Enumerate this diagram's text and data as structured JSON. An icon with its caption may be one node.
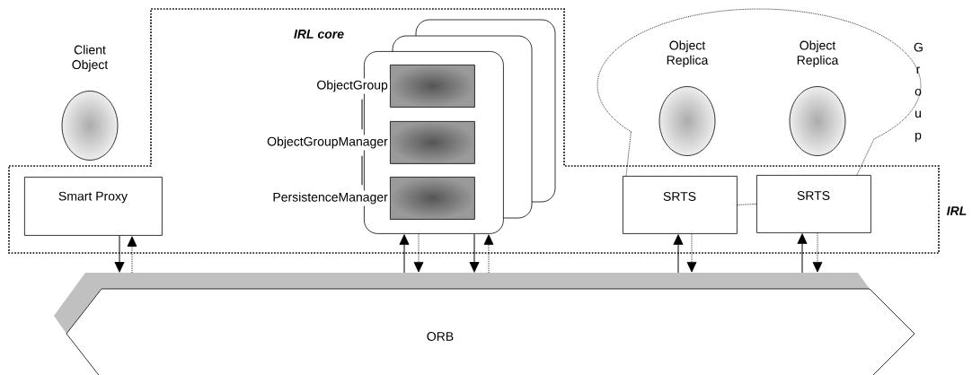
{
  "diagram": {
    "nodes": [
      {
        "text": [
          "IRL core",
          "IRL"
        ]
      },
      {
        "text": [
          "Client Object"
        ]
      },
      {
        "text": [
          "Smart Proxy"
        ],
        "in": 0
      },
      {
        "text": [],
        "shape": "box",
        "in": 0
      },
      {
        "text": [
          "ObjectGroup"
        ],
        "in": 3
      },
      {
        "text": [
          "ObjectGroupManager"
        ],
        "in": 0
      },
      {
        "text": [
          "PersistenceManager"
        ],
        "in": 0
      },
      {
        "text": [
          "G r o u p"
        ]
      },
      {
        "text": [
          "Object Replica"
        ],
        "in": 7
      },
      {
        "text": [
          "Object Replica"
        ],
        "in": 7
      },
      {
        "text": [
          "SRTS"
        ],
        "in": 0
      },
      {
        "text": [
          "SRTS"
        ],
        "in": 0
      },
      {
        "text": [
          "ORB"
        ]
      }
    ],
    "edges": [
      {
        "from": 4,
        "to": 5,
        "arrow": "none"
      },
      {
        "from": 5,
        "to": 6,
        "arrow": "none"
      },
      {
        "from": 10,
        "to": 11,
        "arrow": "none",
        "style": "dashed"
      },
      {
        "from": 7,
        "to": 10,
        "arrow": "none",
        "style": "dashed"
      },
      {
        "from": 7,
        "to": 11,
        "arrow": "none",
        "style": "dashed"
      },
      {
        "from": 2,
        "to": 12,
        "arrow": "to"
      },
      {
        "from": 12,
        "to": 2,
        "arrow": "to",
        "style": "dashed"
      },
      {
        "from": 12,
        "to": 3,
        "arrow": "to"
      },
      {
        "from": 3,
        "to": 12,
        "arrow": "to",
        "style": "dashed"
      },
      {
        "from": 3,
        "to": 12,
        "arrow": "to"
      },
      {
        "from": 12,
        "to": 3,
        "arrow": "to",
        "style": "dashed"
      },
      {
        "from": 12,
        "to": 10,
        "arrow": "to"
      },
      {
        "from": 10,
        "to": 12,
        "arrow": "to",
        "style": "dashed"
      },
      {
        "from": 12,
        "to": 11,
        "arrow": "to"
      },
      {
        "from": 11,
        "to": 12,
        "arrow": "to",
        "style": "dashed"
      }
    ]
  }
}
